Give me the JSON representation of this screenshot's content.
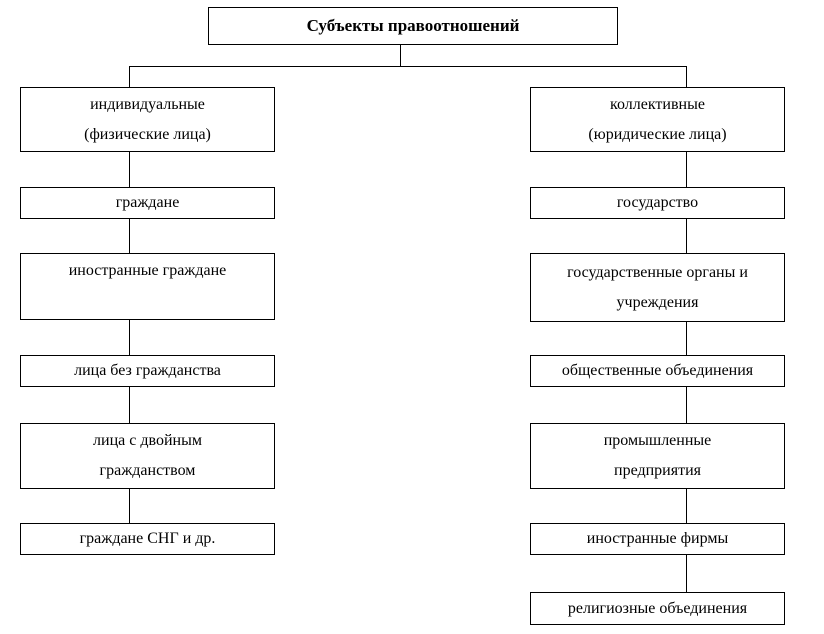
{
  "diagram": {
    "title": "Субъекты правоотношений",
    "left_column": {
      "header_lines": [
        "индивидуальные",
        "(физические лица)"
      ],
      "items": [
        {
          "lines": [
            "граждане"
          ]
        },
        {
          "lines": [
            "иностранные граждане"
          ]
        },
        {
          "lines": [
            "лица без гражданства"
          ]
        },
        {
          "lines": [
            "лица с двойным",
            "гражданством"
          ]
        },
        {
          "lines": [
            "граждане СНГ и др."
          ]
        }
      ]
    },
    "right_column": {
      "header_lines": [
        "коллективные",
        "(юридические лица)"
      ],
      "items": [
        {
          "lines": [
            "государство"
          ]
        },
        {
          "lines": [
            "государственные органы и",
            "учреждения"
          ]
        },
        {
          "lines": [
            "общественные объединения"
          ]
        },
        {
          "lines": [
            "промышленные",
            "предприятия"
          ]
        },
        {
          "lines": [
            "иностранные фирмы"
          ]
        },
        {
          "lines": [
            "религиозные объединения"
          ]
        }
      ]
    },
    "colors": {
      "border": "#000000",
      "text": "#000000",
      "background": "#ffffff"
    }
  }
}
